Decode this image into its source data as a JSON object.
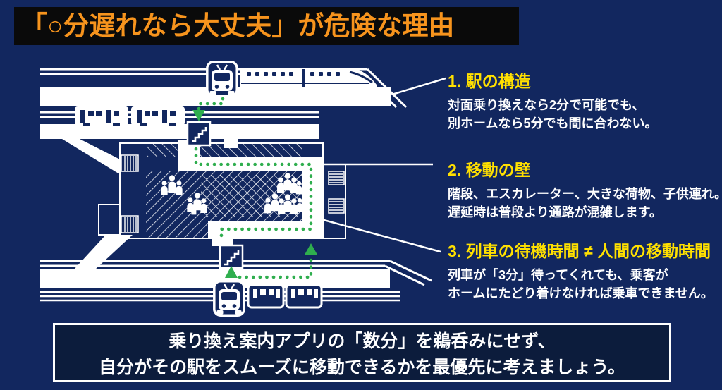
{
  "colors": {
    "navy": "#12275f",
    "navy-dark": "#0c1c3c",
    "banner-black": "#0a0a0a",
    "orange": "#f7941d",
    "yellow": "#ffe000",
    "green": "#2fae4e",
    "white": "#ffffff"
  },
  "title": {
    "text": "「○分遅れなら大丈夫」が危険な理由"
  },
  "points": [
    {
      "heading": "1. 駅の構造",
      "body": [
        "対面乗り換えなら2分で可能でも、",
        "別ホームなら5分でも間に合わない。"
      ]
    },
    {
      "heading": "2. 移動の壁",
      "body": [
        "階段、エスカレーター、大きな荷物、子供連れ。",
        "遅延時は普段より通路が混雑します。"
      ]
    },
    {
      "heading": "3. 列車の待機時間 ≠ 人間の移動時間",
      "body": [
        "列車が「3分」待ってくれても、乗客が",
        "ホームにたどり着けなければ乗車できません。"
      ]
    }
  ],
  "summary": {
    "lines": [
      "乗り換え案内アプリの「数分」を鵜呑みにせず、",
      "自分がその駅をスムーズに移動できるかを最優先に考えましょう。"
    ]
  },
  "diagram": {
    "icons": [
      "shinkansen-icon",
      "local-train-icon",
      "train-front-badge",
      "stairs-icon",
      "escalator-strip-icon",
      "crowd-people-icon",
      "transfer-route-dotted-arrow"
    ],
    "route_color": "#2fae4e",
    "elements": [
      "上ホーム(新幹線)",
      "乗り換え階段(上)",
      "コンコース(混雑ハッチング)",
      "乗り換え階段(下)",
      "下ホーム(在来線)"
    ]
  }
}
